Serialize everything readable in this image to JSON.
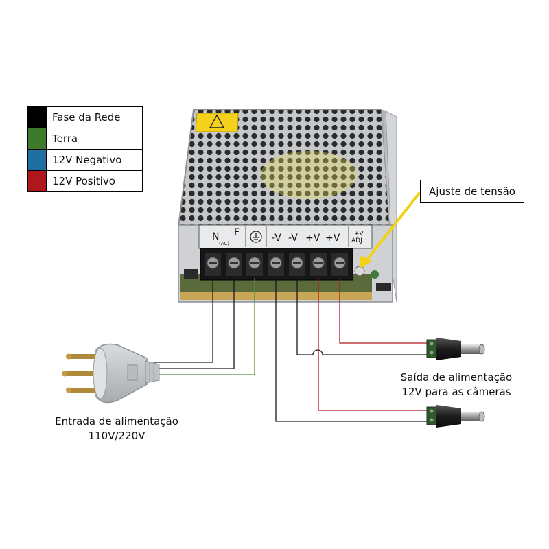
{
  "legend": {
    "items": [
      {
        "label": "Fase da Rede",
        "color": "#000000"
      },
      {
        "label": "Terra",
        "color": "#3d7a2c"
      },
      {
        "label": "12V Negativo",
        "color": "#1f6fa0"
      },
      {
        "label": "12V Positivo",
        "color": "#b0171c"
      }
    ]
  },
  "callout": {
    "label": "Ajuste de tensão"
  },
  "terminals": {
    "n": "N",
    "ac": "(AC)",
    "f": "F",
    "out1": "-V",
    "out2": "-V",
    "out3": "+V",
    "out4": "+V",
    "adj_top": "+V",
    "adj_bottom": "ADJ"
  },
  "captions": {
    "input_line1": "Entrada de alimentação",
    "input_line2": "110V/220V",
    "output_line1": "Saída de alimentação",
    "output_line2": "12V para as câmeras"
  },
  "colors": {
    "arrow": "#f2d214",
    "psu_body": "#b9bcc0",
    "terminal_block": "#1a1a1a",
    "plug": "#c9cccf",
    "plug_pins": "#b08a3a"
  },
  "icons": {
    "ground": "ground-symbol-icon",
    "plug": "power-plug-icon",
    "dc_connector": "dc-barrel-connector-icon",
    "psu": "power-supply-icon"
  }
}
